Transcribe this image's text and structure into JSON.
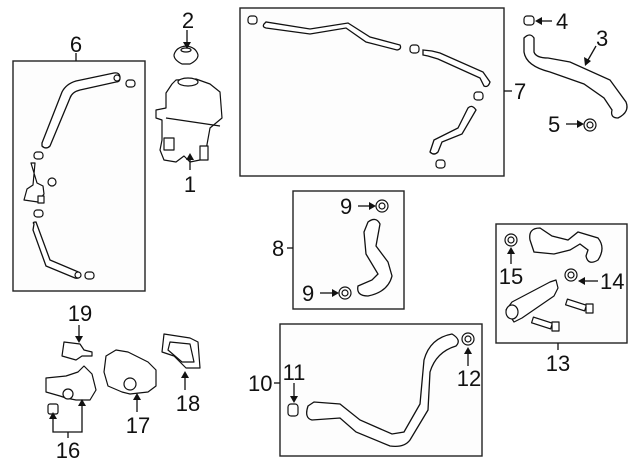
{
  "diagram": {
    "type": "exploded parts diagram",
    "subject": "engine cooling system - coolant reservoir, hoses, clamps and thermostat housing",
    "callouts": [
      {
        "id": "c1",
        "label": "1",
        "part": "coolant reservoir"
      },
      {
        "id": "c2",
        "label": "2",
        "part": "reservoir cap"
      },
      {
        "id": "c3",
        "label": "3",
        "part": "hose"
      },
      {
        "id": "c4",
        "label": "4",
        "part": "clamp"
      },
      {
        "id": "c5",
        "label": "5",
        "part": "clamp"
      },
      {
        "id": "c6",
        "label": "6",
        "part": "hose assembly"
      },
      {
        "id": "c7",
        "label": "7",
        "part": "hose assembly"
      },
      {
        "id": "c8",
        "label": "8",
        "part": "hose assembly"
      },
      {
        "id": "c9a",
        "label": "9",
        "part": "clamp"
      },
      {
        "id": "c9b",
        "label": "9",
        "part": "clamp"
      },
      {
        "id": "c10",
        "label": "10",
        "part": "hose assembly"
      },
      {
        "id": "c11",
        "label": "11",
        "part": "clamp"
      },
      {
        "id": "c12",
        "label": "12",
        "part": "clamp"
      },
      {
        "id": "c13",
        "label": "13",
        "part": "pipe/hose assembly"
      },
      {
        "id": "c14",
        "label": "14",
        "part": "clamp"
      },
      {
        "id": "c15",
        "label": "15",
        "part": "clamp"
      },
      {
        "id": "c16",
        "label": "16",
        "part": "thermostat housing"
      },
      {
        "id": "c17",
        "label": "17",
        "part": "water outlet housing"
      },
      {
        "id": "c18",
        "label": "18",
        "part": "gasket"
      },
      {
        "id": "c19",
        "label": "19",
        "part": "temperature sensor"
      }
    ]
  }
}
